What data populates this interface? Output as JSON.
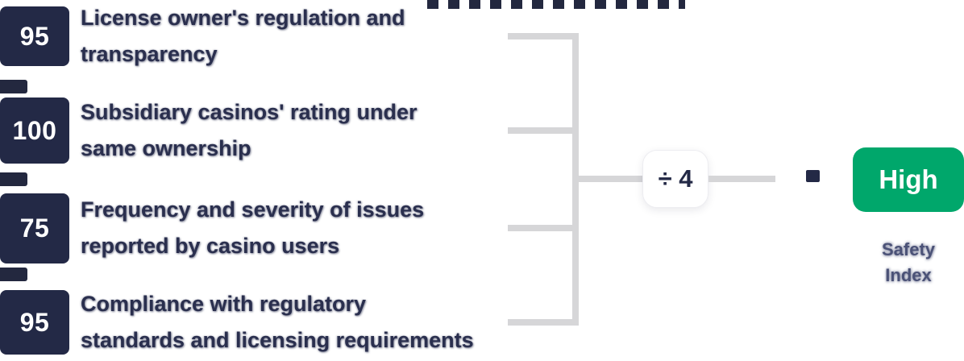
{
  "diagram": {
    "description_colors": {
      "score_box_bg": "#232946",
      "label_text": "#2a2f4e",
      "bracket_line": "#d6d6d8",
      "divide_box_bg": "#ffffff",
      "badge_bg": "#00a76b",
      "badge_text": "#ffffff",
      "caption_text": "#4b5277"
    },
    "rows": [
      {
        "score": "95",
        "label_line1": "License owner's regulation and",
        "label_line2": "transparency"
      },
      {
        "score": "100",
        "label_line1": "Subsidiary casinos' rating under",
        "label_line2": "same ownership"
      },
      {
        "score": "75",
        "label_line1": "Frequency and severity of issues",
        "label_line2": "reported by casino users"
      },
      {
        "score": "95",
        "label_line1": "Compliance with regulatory",
        "label_line2": "standards and licensing requirements"
      }
    ],
    "operator": {
      "divide_label": "÷ 4"
    },
    "result": {
      "badge_label": "High",
      "caption_line1": "Safety",
      "caption_line2": "Index"
    }
  }
}
